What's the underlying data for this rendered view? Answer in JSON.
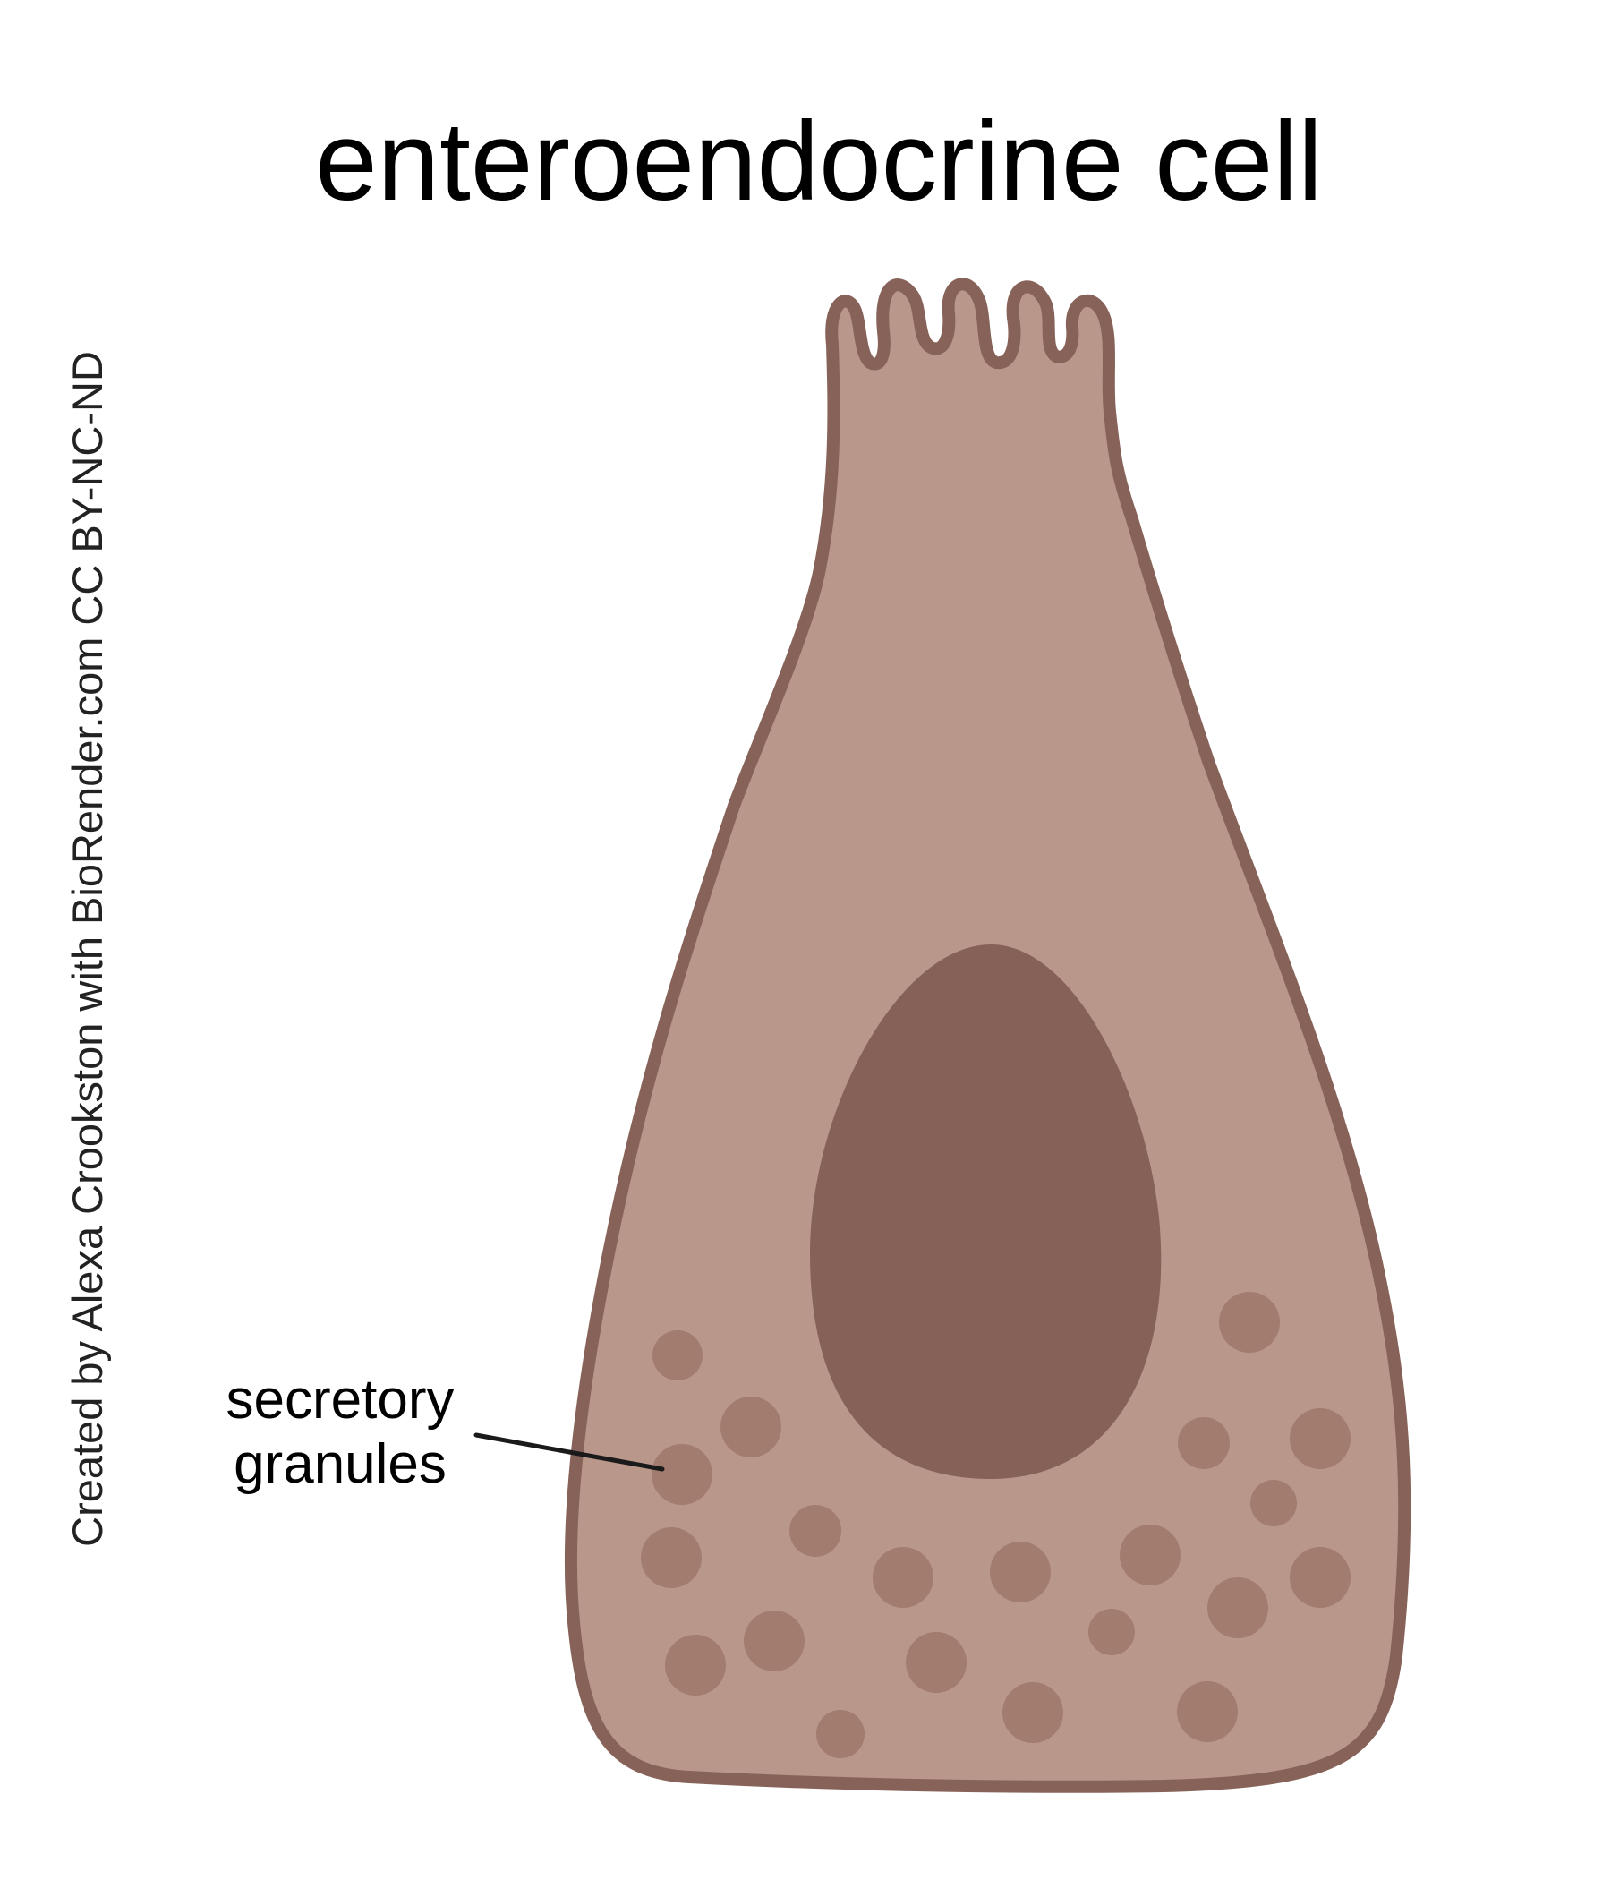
{
  "diagram": {
    "title": "enteroendocrine cell",
    "credit": "Created by Alexa Crookston with BioRender.com CC BY-NC-ND",
    "labels": {
      "secretory_granules": "secretory granules"
    },
    "colors": {
      "cytoplasm": "#b9978b",
      "membrane": "#876258",
      "nucleus": "#856157",
      "granule": "#a27c6e",
      "leader_line": "#1a1a1a",
      "text": "#000000"
    }
  }
}
